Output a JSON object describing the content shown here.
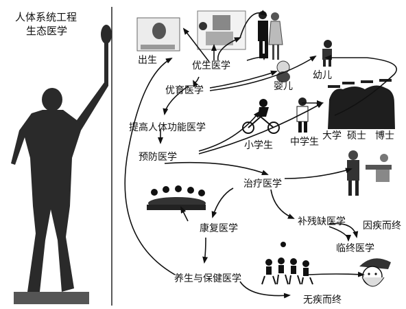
{
  "title": {
    "line1": "人体系统工程",
    "line2": "生态医学"
  },
  "labels": {
    "chusheng": "出生",
    "yousheng": "优生医学",
    "youyu": "优育医学",
    "tigao": "提高人体功能医学",
    "yufang": "预防医学",
    "zhiliao": "治疗医学",
    "kangfu": "康复医学",
    "yangsheng": "养生与保健医学",
    "buchan": "补残缺医学",
    "yinji": "因疾而终",
    "linzhong": "临终医学",
    "wuji": "无疾而终",
    "yinger": "婴儿",
    "youer": "幼儿",
    "xiaoxue": "小学生",
    "zhongxue": "中学生",
    "daxue": "大学",
    "shuoshi": "硕士",
    "boshi": "博士"
  }
}
